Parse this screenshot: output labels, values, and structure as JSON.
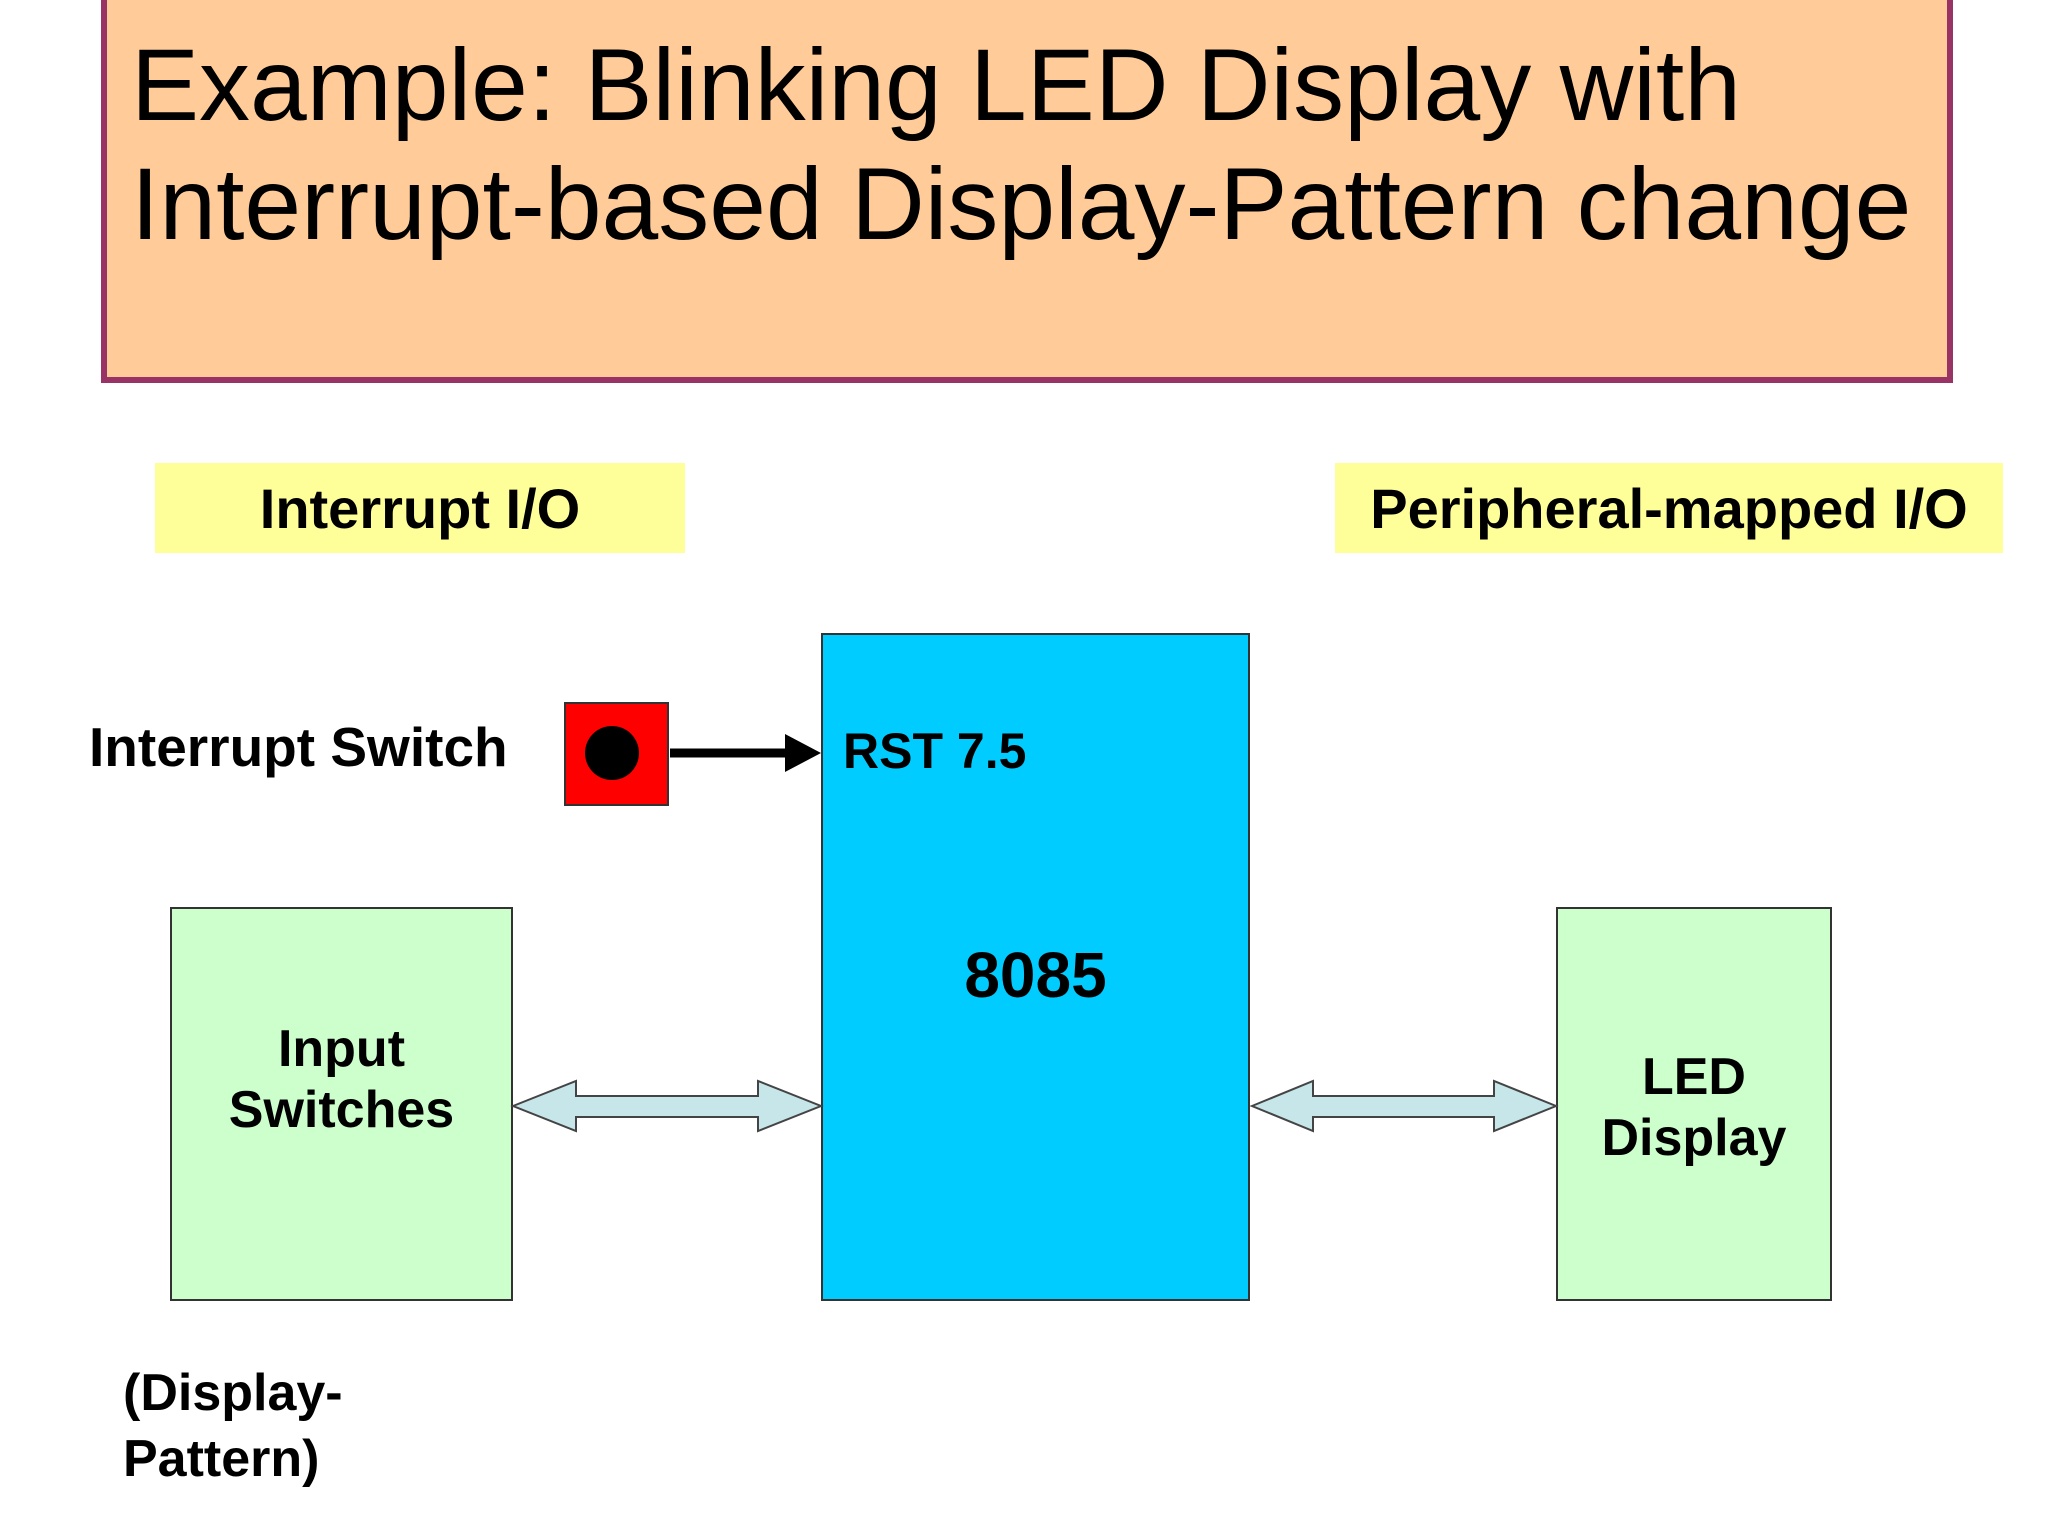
{
  "title": {
    "line1": "Example: Blinking LED Display with",
    "line2": "Interrupt-based Display-Pattern change"
  },
  "labels": {
    "interrupt_io": "Interrupt I/O",
    "peripheral_io": "Peripheral-mapped I/O"
  },
  "interrupt_switch": {
    "label": "Interrupt Switch"
  },
  "cpu": {
    "pin_label": "RST 7.5",
    "name": "8085"
  },
  "input_switches": {
    "line1": "Input",
    "line2": "Switches"
  },
  "led_display": {
    "line1": "LED",
    "line2": "Display"
  },
  "note": {
    "line1": "(Display-",
    "line2": "Pattern)"
  },
  "colors": {
    "title_fill": "#ffcc99",
    "title_border": "#993366",
    "label_fill": "#ffff99",
    "cpu_fill": "#00ccff",
    "io_block_fill": "#ccffcc",
    "switch_fill": "#ff0000",
    "bus_arrow_fill": "#c6e6ea"
  },
  "icons": {
    "switch": "push-button-icon",
    "signal_arrow": "arrow-right-icon",
    "bus_arrow": "double-arrow-icon"
  }
}
